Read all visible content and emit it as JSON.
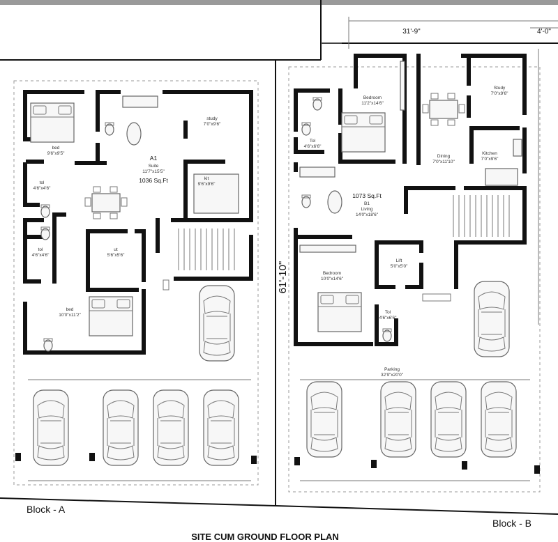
{
  "block_a": {
    "name": "Block - A",
    "unit_label": "A1",
    "suite_label": "Suite",
    "suite_dim": "11'7\"x15'5\"",
    "area": "1036 Sq.Ft",
    "rooms": {
      "bed_top": {
        "name": "bed",
        "dim": "9'6\"x9'5\""
      },
      "toilet_left": {
        "name": "tol",
        "dim": "4'6\"x4'6\""
      },
      "toilet_left2": {
        "name": "tol",
        "dim": "4'6\"x4'6\""
      },
      "study": {
        "name": "study",
        "dim": "7'0\"x9'6\""
      },
      "kitchen": {
        "name": "kit",
        "dim": "9'6\"x9'6\""
      },
      "utility": {
        "name": "ut",
        "dim": "5'6\"x5'6\""
      },
      "bed_bottom": {
        "name": "bed",
        "dim": "10'0\"x11'2\""
      }
    }
  },
  "block_b": {
    "name": "Block - B",
    "area": "1073 Sq.Ft",
    "unit_label": "B1",
    "living_label": "Living",
    "living_dim": "14'0\"x18'6\"",
    "rooms": {
      "bedroom_top": {
        "name": "Bedroom",
        "dim": "11'2\"x14'6\""
      },
      "study": {
        "name": "Study",
        "dim": "7'0\"x9'6\""
      },
      "dining": {
        "name": "Dining",
        "dim": "7'0\"x11'10\""
      },
      "kitchen": {
        "name": "Kitchen",
        "dim": "7'0\"x9'6\""
      },
      "toilet_top": {
        "name": "Tol",
        "dim": "4'6\"x6'6\""
      },
      "lift": {
        "name": "Lift",
        "dim": "5'0\"x5'0\""
      },
      "bedroom_bottom": {
        "name": "Bedroom",
        "dim": "10'0\"x14'6\""
      },
      "toilet_bottom": {
        "name": "Tol",
        "dim": "4'6\"x6'6\""
      },
      "parking": {
        "name": "Parking",
        "dim": "32'9\"x20'0\""
      }
    }
  },
  "dimensions": {
    "top_width": "31'-9\"",
    "top_side": "4'-0\"",
    "height": "61'-10\""
  },
  "title": "SITE CUM GROUND FLOOR PLAN"
}
